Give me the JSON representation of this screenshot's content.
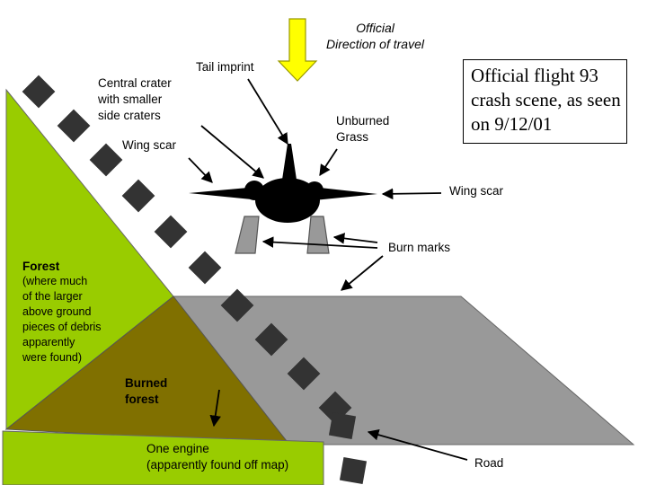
{
  "title_box": "Official flight 93 crash scene, as seen on 9/12/01",
  "direction": {
    "line1": "Official",
    "line2": "Direction of travel"
  },
  "labels": {
    "tail_imprint": "Tail imprint",
    "central_crater": [
      "Central crater",
      "with smaller",
      "side craters"
    ],
    "wing_scar_left": "Wing scar",
    "wing_scar_right": "Wing scar",
    "unburned_grass": [
      "Unburned",
      "Grass"
    ],
    "burn_marks": "Burn marks",
    "forest_title": "Forest",
    "forest_note": [
      "(where much",
      "of the larger",
      "above ground",
      "pieces of debris",
      "apparently",
      "were found)"
    ],
    "burned_forest": [
      "Burned",
      "forest"
    ],
    "engine": [
      "One engine",
      "(apparently found off map)"
    ],
    "road": "Road"
  },
  "colors": {
    "forest": "#99cc00",
    "burned_forest": "#807000",
    "ground": "#999999",
    "arrow_yellow": "#ffff00",
    "aircraft": "#000000",
    "dash": "#333333"
  }
}
